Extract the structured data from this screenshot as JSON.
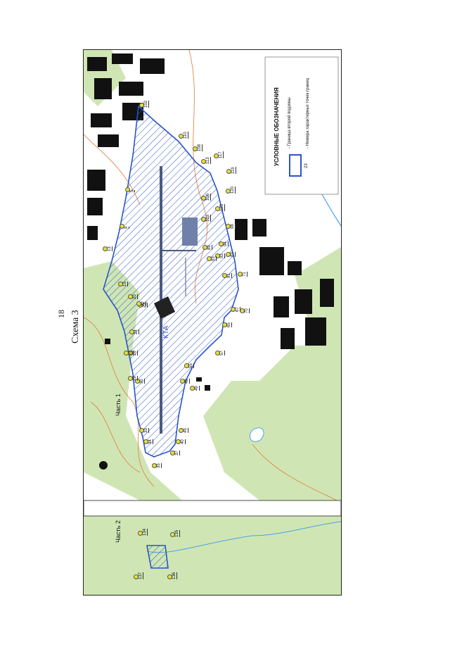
{
  "page_number": "18",
  "scheme_title": "Схема 3",
  "legend": {
    "title": "УСЛОВНЫЕ ОБОЗНАЧЕНИЯ",
    "items": [
      {
        "label": "- Граница второй подзоны"
      },
      {
        "label": "- Номера характерных точек границ",
        "sample_number": "23"
      }
    ]
  },
  "part_labels": {
    "part1": "Часть 1",
    "part2": "Часть 2"
  },
  "airport_label": "КТА",
  "colors": {
    "zone_border": "#2a55c8",
    "forest": "#cfe6b4",
    "buildings": "#111111",
    "contours": "#e07a3a",
    "points": "#e8e03a",
    "water": "#4aa0e8"
  },
  "point_labels": [
    "102",
    "110",
    "108",
    "113",
    "117",
    "119",
    "120",
    "106",
    "123",
    "98",
    "103",
    "89",
    "94",
    "92",
    "93",
    "83",
    "81",
    "71",
    "70",
    "67",
    "65",
    "57",
    "55",
    "48",
    "49",
    "45",
    "40",
    "37",
    "35",
    "34",
    "33",
    "30",
    "29",
    "26",
    "25",
    "24",
    "23",
    "22",
    "20",
    "15",
    "13",
    "9",
    "5",
    "134",
    "135",
    "136",
    "137"
  ]
}
